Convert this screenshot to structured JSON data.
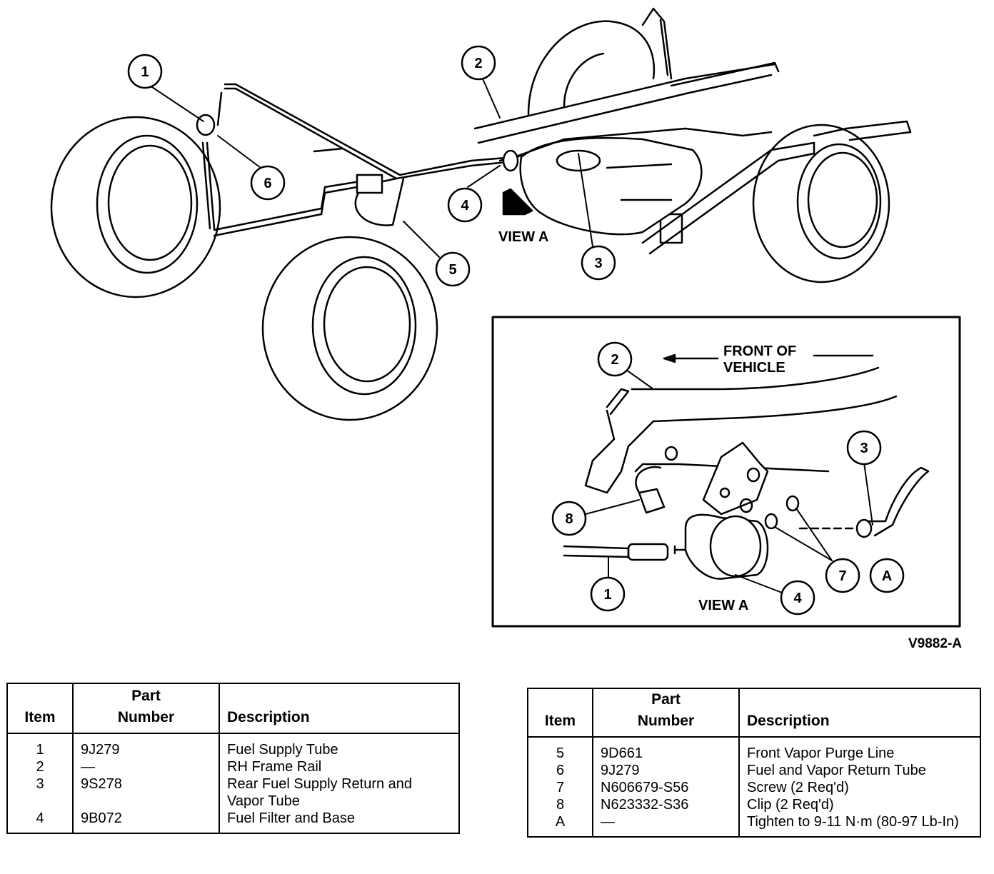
{
  "figure": {
    "callouts_main": [
      "1",
      "2",
      "3",
      "4",
      "5",
      "6"
    ],
    "view_a_label_main": "VIEW A",
    "inset": {
      "front_label_line1": "FRONT OF",
      "front_label_line2": "VEHICLE",
      "view_label": "VIEW A",
      "callouts": [
        "2",
        "3",
        "8",
        "7",
        "1",
        "4",
        "A"
      ]
    },
    "figure_id": "V9882-A"
  },
  "table_left": {
    "headers": {
      "item": "Item",
      "part_line1": "Part",
      "part_line2": "Number",
      "description": "Description"
    },
    "rows": [
      {
        "item": "1",
        "part": "9J279",
        "description": "Fuel Supply Tube"
      },
      {
        "item": "2",
        "part": "—",
        "description": "RH Frame Rail"
      },
      {
        "item": "3",
        "part": "9S278",
        "description": "Rear Fuel Supply Return and Vapor Tube"
      },
      {
        "item": "4",
        "part": "9B072",
        "description": "Fuel Filter and Base"
      }
    ]
  },
  "table_right": {
    "headers": {
      "item": "Item",
      "part_line1": "Part",
      "part_line2": "Number",
      "description": "Description"
    },
    "rows": [
      {
        "item": "5",
        "part": "9D661",
        "description": "Front Vapor Purge Line"
      },
      {
        "item": "6",
        "part": "9J279",
        "description": "Fuel and Vapor Return Tube"
      },
      {
        "item": "7",
        "part": "N606679-S56",
        "description": "Screw (2 Req'd)"
      },
      {
        "item": "8",
        "part": "N623332-S36",
        "description": "Clip (2 Req'd)"
      },
      {
        "item": "A",
        "part": "—",
        "description": "Tighten to 9-11 N·m (80-97 Lb-In)"
      }
    ]
  }
}
